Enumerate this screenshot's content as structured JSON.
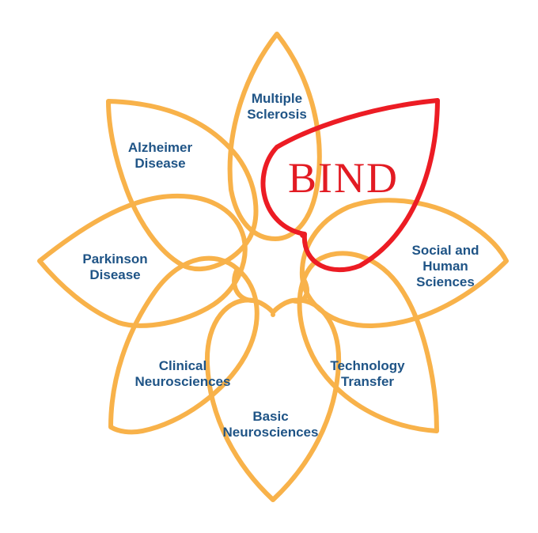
{
  "colors": {
    "petal_stroke": "#f8b24a",
    "highlight_stroke": "#ec1c24",
    "label_text": "#1f5486",
    "bind_text": "#e21b23"
  },
  "center_label": "BIND",
  "petals": [
    {
      "lines": [
        "Multiple",
        "Sclerosis"
      ]
    },
    {
      "lines": [
        "Alzheimer",
        "Disease"
      ]
    },
    {
      "lines": [
        "Parkinson",
        "Disease"
      ]
    },
    {
      "lines": [
        "Clinical",
        "Neurosciences"
      ]
    },
    {
      "lines": [
        "Basic",
        "Neurosciences"
      ]
    },
    {
      "lines": [
        "Technology",
        "Transfer"
      ]
    },
    {
      "lines": [
        "Social and",
        "Human",
        "Sciences"
      ]
    }
  ]
}
